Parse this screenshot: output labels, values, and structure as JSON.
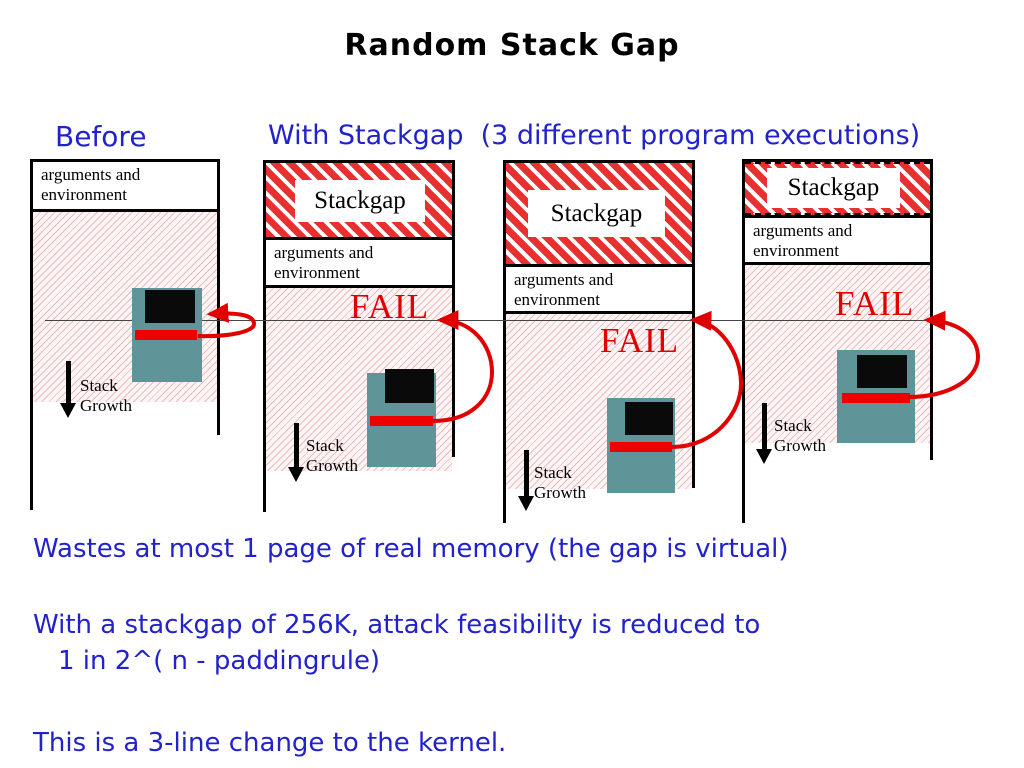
{
  "title": "Random Stack Gap",
  "labels": {
    "before": "Before",
    "with_stackgap": "With Stackgap  (3 different program executions)"
  },
  "columns": [
    {
      "args": "arguments and environment",
      "stack_growth": "Stack Growth"
    },
    {
      "gap": "Stackgap",
      "args": "arguments and environment",
      "fail": "FAIL",
      "stack_growth": "Stack Growth"
    },
    {
      "gap": "Stackgap",
      "args": "arguments and environment",
      "fail": "FAIL",
      "stack_growth": "Stack Growth"
    },
    {
      "gap": "Stackgap",
      "args": "arguments and environment",
      "fail": "FAIL",
      "stack_growth": "Stack Growth"
    }
  ],
  "notes": [
    "Wastes at most 1 page of real memory (the gap is virtual)",
    "With a stackgap of 256K, attack feasibility is reduced to",
    "1 in 2^( n - paddingrule)",
    "This is a 3-line change to the kernel."
  ],
  "colors": {
    "heading_blue": "#2222cc",
    "fail_red": "#e00000",
    "gap_stripe_red": "#e83030",
    "stack_pink": "#fdf4f4",
    "computer_teal": "#5f9598"
  }
}
